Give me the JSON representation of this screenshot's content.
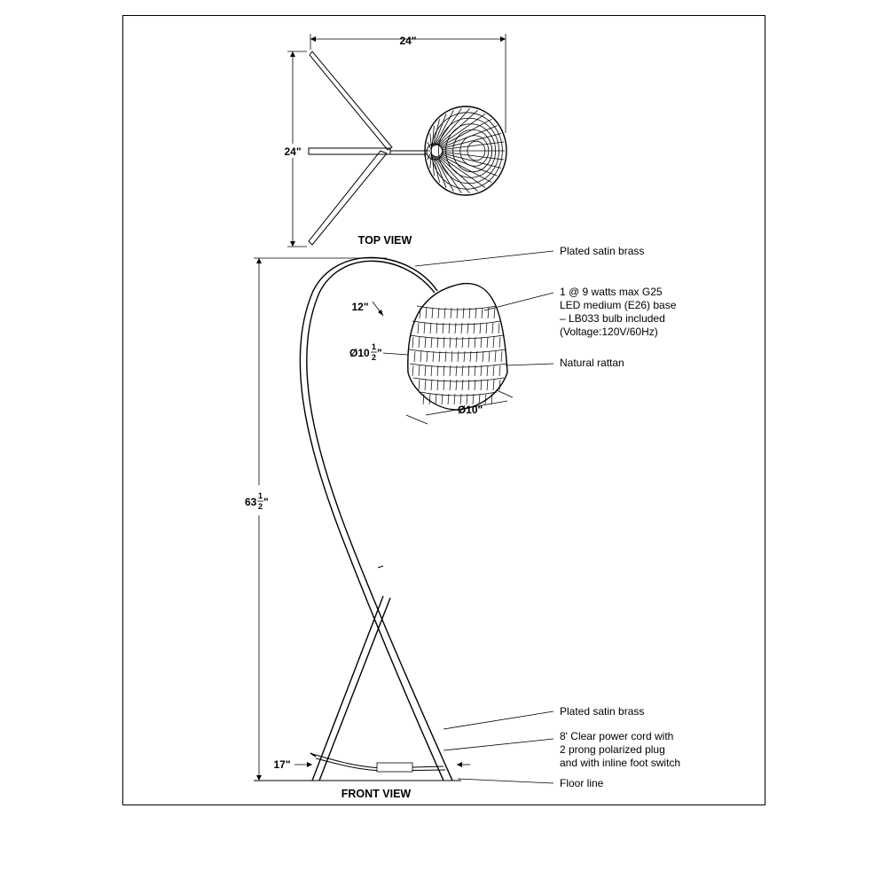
{
  "views": {
    "top": {
      "title": "TOP VIEW",
      "width_label": "24\"",
      "depth_label": "24\""
    },
    "front": {
      "title": "FRONT VIEW",
      "height_whole": "63",
      "height_frac_num": "1",
      "height_frac_den": "2",
      "height_unit": "\"",
      "arm_offset_label": "12\"",
      "shade_height_whole": "Ø10",
      "shade_height_frac_num": "1",
      "shade_height_frac_den": "2",
      "shade_height_unit": "\"",
      "shade_diameter_label": "Ø10\"",
      "base_label": "17\""
    }
  },
  "callouts": {
    "arm_finish": "Plated satin brass",
    "bulb": [
      "1 @ 9 watts max G25",
      "LED medium (E26) base",
      "– LB033 bulb included",
      "(Voltage:120V/60Hz)"
    ],
    "shade_material": "Natural rattan",
    "leg_finish": "Plated satin brass",
    "cord": [
      "8' Clear power cord with",
      "2 prong polarized plug",
      "and with inline foot switch"
    ],
    "floor": "Floor line"
  }
}
